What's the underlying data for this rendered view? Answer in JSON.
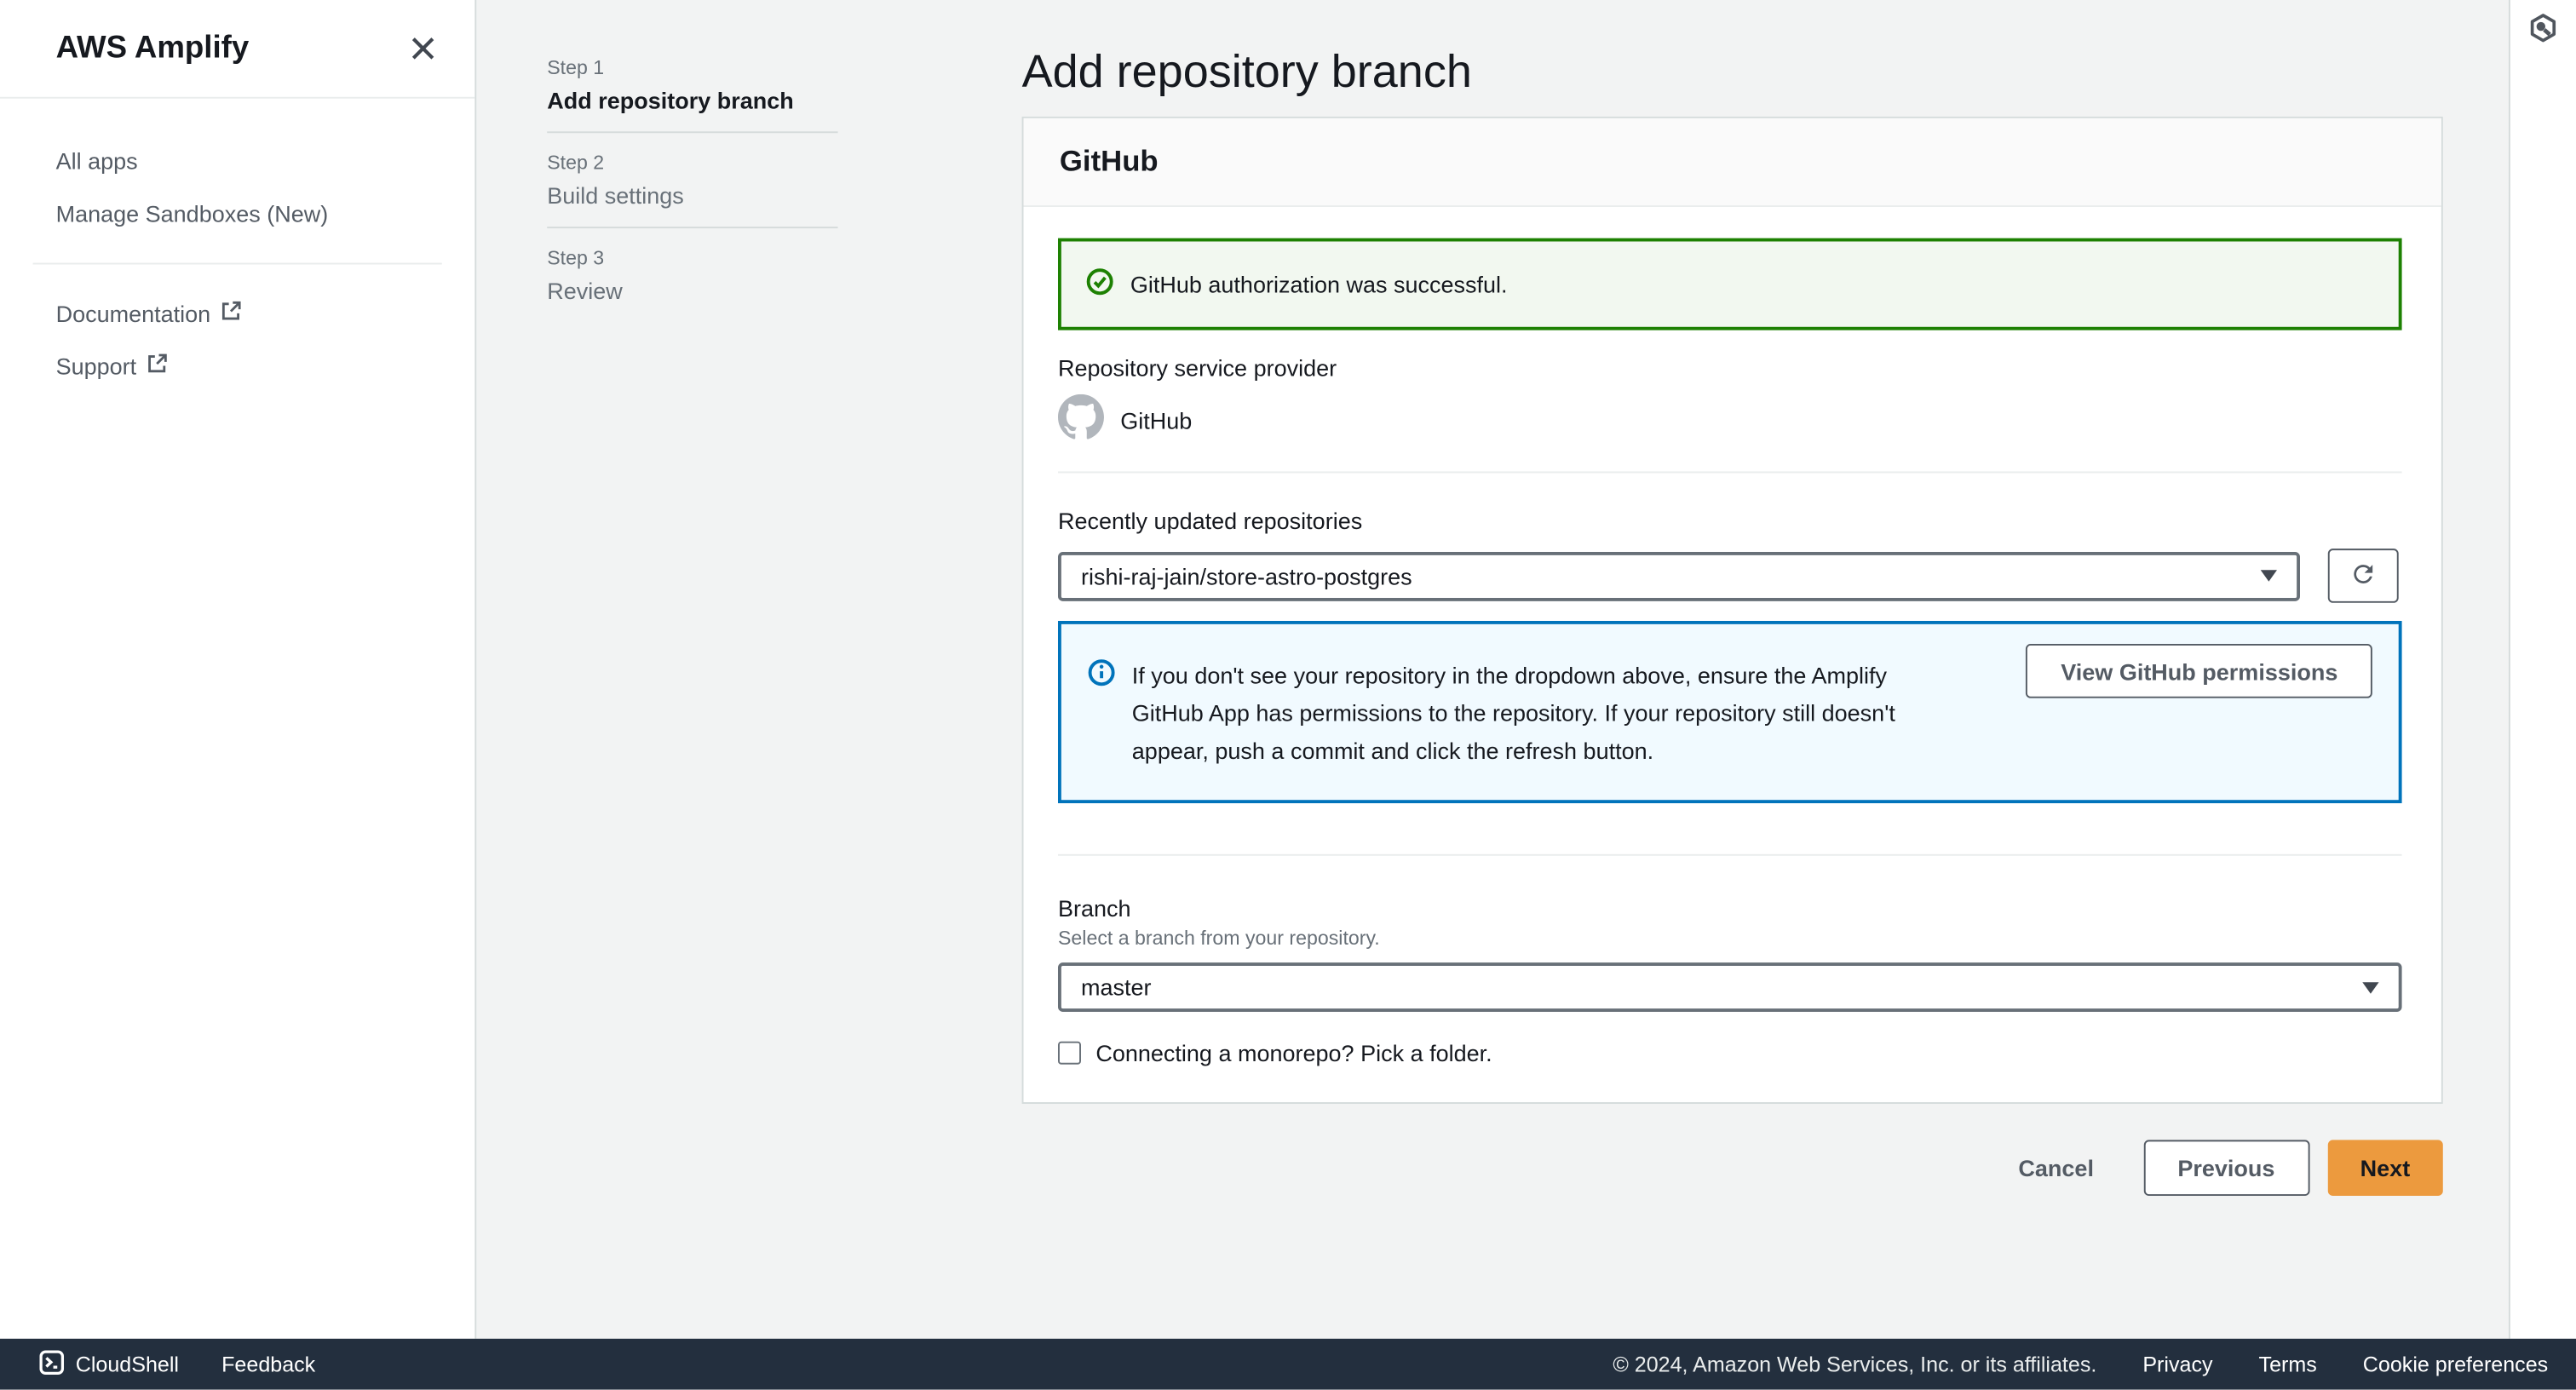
{
  "sidebar": {
    "title": "AWS Amplify",
    "nav_items": [
      {
        "label": "All apps"
      },
      {
        "label": "Manage Sandboxes (New)"
      }
    ],
    "external_links": [
      {
        "label": "Documentation"
      },
      {
        "label": "Support"
      }
    ]
  },
  "steps": [
    {
      "step": "Step 1",
      "label": "Add repository branch"
    },
    {
      "step": "Step 2",
      "label": "Build settings"
    },
    {
      "step": "Step 3",
      "label": "Review"
    }
  ],
  "page": {
    "title": "Add repository branch"
  },
  "card": {
    "header": "GitHub",
    "success_message": "GitHub authorization was successful.",
    "provider_label": "Repository service provider",
    "provider_value": "GitHub",
    "repos_label": "Recently updated repositories",
    "repos_selected": "rishi-raj-jain/store-astro-postgres",
    "info_text": "If you don't see your repository in the dropdown above, ensure the Amplify GitHub App has permissions to the repository. If your repository still doesn't appear, push a commit and click the refresh button.",
    "info_button": "View GitHub permissions",
    "branch_label": "Branch",
    "branch_description": "Select a branch from your repository.",
    "branch_selected": "master",
    "monorepo_label": "Connecting a monorepo? Pick a folder.",
    "monorepo_checked": false
  },
  "actions": {
    "cancel": "Cancel",
    "previous": "Previous",
    "next": "Next"
  },
  "footer": {
    "cloudshell": "CloudShell",
    "feedback": "Feedback",
    "copyright": "© 2024, Amazon Web Services, Inc. or its affiliates.",
    "links": [
      {
        "label": "Privacy"
      },
      {
        "label": "Terms"
      },
      {
        "label": "Cookie preferences"
      }
    ]
  },
  "icons": {
    "close": "x-icon",
    "external": "external-link-icon",
    "success": "check-circle-icon",
    "provider": "github-icon",
    "caret": "caret-down-icon",
    "refresh": "refresh-icon",
    "info": "info-circle-icon",
    "cloudshell": "terminal-icon",
    "corner": "hexagon-node-icon"
  },
  "colors": {
    "accent_orange": "#ec9a3e",
    "success_green": "#1d8102",
    "info_blue": "#0073bb",
    "footer_navy": "#232f3e",
    "page_bg": "#f2f3f3"
  }
}
